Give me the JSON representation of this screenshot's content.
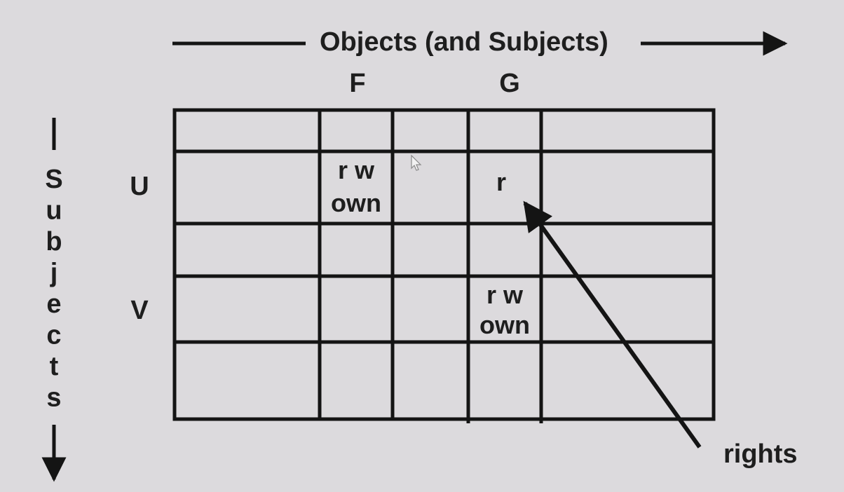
{
  "diagram": {
    "title": "Objects (and Subjects)",
    "vertical_label": "Subjects",
    "column_headers": [
      "F",
      "G"
    ],
    "row_headers": [
      "U",
      "V"
    ],
    "cells": [
      {
        "row": "U",
        "col": "F",
        "lines": [
          "r w",
          "own"
        ]
      },
      {
        "row": "U",
        "col": "G",
        "lines": [
          "r"
        ]
      },
      {
        "row": "V",
        "col": "G",
        "lines": [
          "r w",
          "own"
        ]
      }
    ],
    "callout": "rights",
    "colors": {
      "background": "#dcdadd",
      "ink": "#141414"
    }
  }
}
